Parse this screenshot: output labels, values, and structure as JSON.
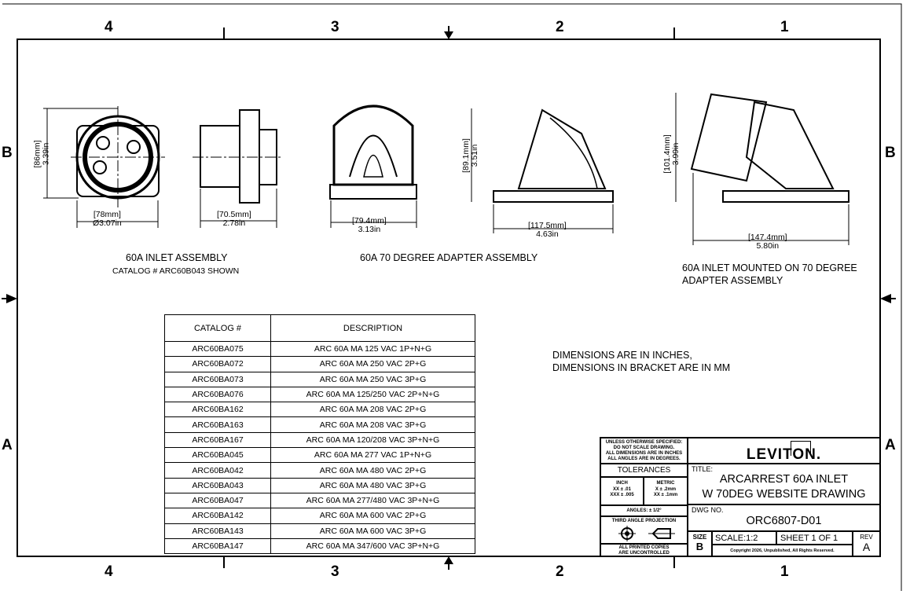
{
  "zones": {
    "top": [
      "4",
      "3",
      "2",
      "1"
    ],
    "bottom": [
      "4",
      "3",
      "2",
      "1"
    ],
    "left": [
      "B",
      "A"
    ],
    "right": [
      "B",
      "A"
    ]
  },
  "views": {
    "inlet": {
      "title": "60A INLET ASSEMBLY",
      "subtitle": "CATALOG # ARC60B043 SHOWN",
      "height_mm": "[86mm]",
      "height_in": "3.39in",
      "dia_mm": "[78mm]",
      "dia_in": "Ø3.07in",
      "depth_mm": "[70.5mm]",
      "depth_in": "2.78in"
    },
    "adapter": {
      "title": "60A  70 DEGREE ADAPTER  ASSEMBLY",
      "width_mm": "[79.4mm]",
      "width_in": "3.13in",
      "height_mm": "[89.1mm]",
      "height_in": "3.51in",
      "length_mm": "[117.5mm]",
      "length_in": "4.63in"
    },
    "mounted": {
      "title": "60A INLET MOUNTED ON 70 DEGREE",
      "title2": "ADAPTER  ASSEMBLY",
      "height_mm": "[101.4mm]",
      "height_in": "3.99in",
      "length_mm": "[147.4mm]",
      "length_in": "5.80in"
    }
  },
  "notes": [
    "DIMENSIONS ARE IN INCHES,",
    "DIMENSIONS IN BRACKET ARE IN MM"
  ],
  "table": {
    "headers": [
      "CATALOG #",
      "DESCRIPTION"
    ],
    "rows": [
      [
        "ARC60BA075",
        "ARC 60A MA 125 VAC 1P+N+G"
      ],
      [
        "ARC60BA072",
        "ARC 60A MA 250 VAC 2P+G"
      ],
      [
        "ARC60BA073",
        "ARC 60A MA 250 VAC 3P+G"
      ],
      [
        "ARC60BA076",
        "ARC 60A MA 125/250 VAC 2P+N+G"
      ],
      [
        "ARC60BA162",
        "ARC 60A MA 208 VAC 2P+G"
      ],
      [
        "ARC60BA163",
        "ARC 60A MA 208 VAC 3P+G"
      ],
      [
        "ARC60BA167",
        "ARC 60A MA 120/208 VAC 3P+N+G"
      ],
      [
        "ARC60BA045",
        "ARC 60A MA 277 VAC 1P+N+G"
      ],
      [
        "ARC60BA042",
        "ARC 60A MA 480 VAC 2P+G"
      ],
      [
        "ARC60BA043",
        "ARC 60A MA 480 VAC 3P+G"
      ],
      [
        "ARC60BA047",
        "ARC 60A MA 277/480 VAC 3P+N+G"
      ],
      [
        "ARC60BA142",
        "ARC 60A MA 600 VAC 2P+G"
      ],
      [
        "ARC60BA143",
        "ARC 60A MA 600 VAC 3P+G"
      ],
      [
        "ARC60BA147",
        "ARC 60A MA 347/600 VAC 3P+N+G"
      ]
    ]
  },
  "title_block": {
    "unless": [
      "UNLESS OTHERWISE SPECIFIED:",
      "DO NOT SCALE DRAWING.",
      "ALL DIMENSIONS ARE IN INCHES",
      "ALL ANGLES ARE IN DEGREES."
    ],
    "tolerances": "TOLERANCES",
    "inch": "INCH",
    "inch_tol": [
      "XX  ± .01",
      "XXX ± .005"
    ],
    "metric": "METRIC",
    "metric_tol": [
      "X   ± .2mm",
      "XX  ± .1mm"
    ],
    "angles": "ANGLES: ± 1/2°",
    "projection": "THIRD ANGLE PROJECTION",
    "printed": [
      "ALL PRINTED COPIES",
      "ARE UNCONTROLLED"
    ],
    "logo": "LEVITON.",
    "title_label": "TITLE:",
    "title": [
      "ARCARREST 60A INLET",
      "W 70DEG WEBSITE DRAWING"
    ],
    "dwg_label": "DWG NO.",
    "dwg_no": "ORC6807-D01",
    "size_label": "SIZE",
    "size": "B",
    "scale": "SCALE:1:2",
    "sheet": "SHEET 1 OF 1",
    "rev_label": "REV",
    "rev": "A",
    "copyright": "Copyright 2026, Unpublished, All Rights Reserved."
  }
}
